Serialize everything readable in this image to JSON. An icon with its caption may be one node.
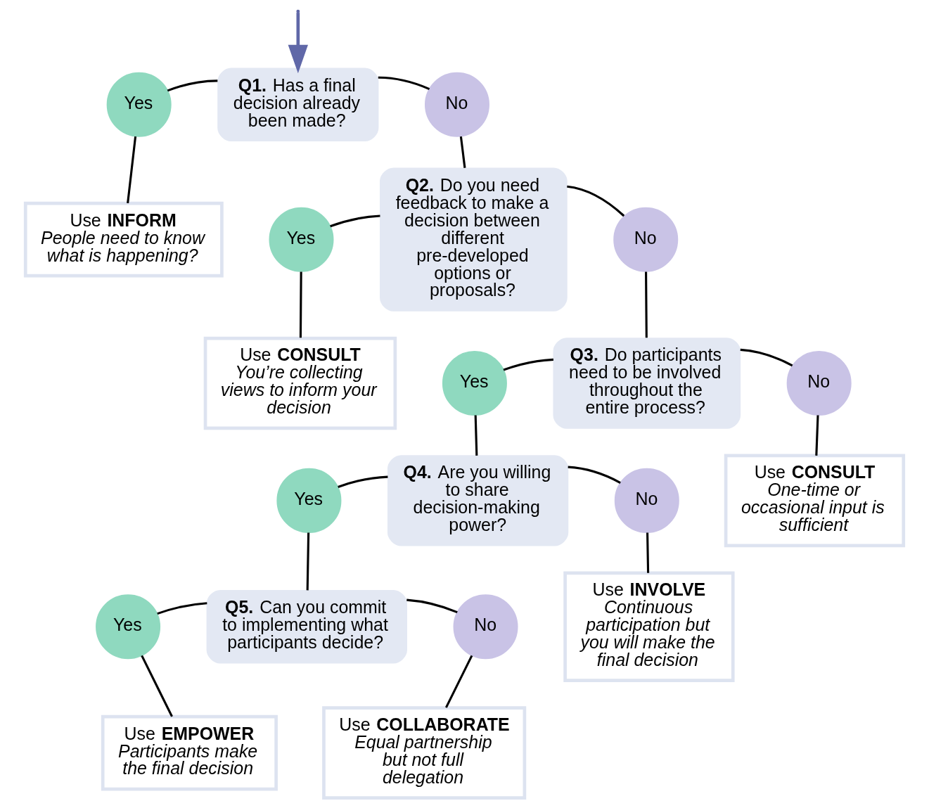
{
  "diagram": {
    "nodes": [
      {
        "text": [
          "**Q1.** Has a final decision already been made?"
        ]
      },
      {
        "text": [
          "Yes"
        ]
      },
      {
        "text": [
          "No"
        ]
      },
      {
        "text": [
          "Use **INFORM**",
          "People need to know what is happening?"
        ]
      },
      {
        "text": [
          "**Q2.** Do you need feedback to make a decision between different pre-developed options or proposals?"
        ]
      },
      {
        "text": [
          "Yes"
        ]
      },
      {
        "text": [
          "No"
        ]
      },
      {
        "text": [
          "Use **CONSULT**",
          "You’re collecting views to inform your decision"
        ]
      },
      {
        "text": [
          "**Q3.** Do participants need to be involved throughout the entire process?"
        ]
      },
      {
        "text": [
          "Yes"
        ]
      },
      {
        "text": [
          "No"
        ]
      },
      {
        "text": [
          "**Q4.** Are you willing to share decision-making power?"
        ]
      },
      {
        "text": [
          "Use **CONSULT**",
          "One-time or occasional input is sufficient"
        ]
      },
      {
        "text": [
          "Yes"
        ]
      },
      {
        "text": [
          "No"
        ]
      },
      {
        "text": [
          "**Q5.** Can you commit to implementing what participants decide?"
        ]
      },
      {
        "text": [
          "Use **INVOLVE**",
          "Continuous participation but you will make the final decision"
        ]
      },
      {
        "text": [
          "Yes"
        ]
      },
      {
        "text": [
          "No"
        ]
      },
      {
        "text": [
          "Use **EMPOWER**",
          "Participants make the final decision"
        ]
      },
      {
        "text": [
          "Use **COLLABORATE**",
          "Equal partnership but not full delegation"
        ]
      }
    ],
    "edges": [
      {
        "from": null,
        "to": 0,
        "arrow": "to",
        "color": "#6068a8"
      },
      {
        "from": 0,
        "to": 1,
        "arrow": "none"
      },
      {
        "from": 0,
        "to": 2,
        "arrow": "none"
      },
      {
        "from": 1,
        "to": 3,
        "arrow": "none"
      },
      {
        "from": 2,
        "to": 4,
        "arrow": "none"
      },
      {
        "from": 4,
        "to": 5,
        "arrow": "none"
      },
      {
        "from": 4,
        "to": 6,
        "arrow": "none"
      },
      {
        "from": 5,
        "to": 7,
        "arrow": "none"
      },
      {
        "from": 6,
        "to": 8,
        "arrow": "none"
      },
      {
        "from": 8,
        "to": 9,
        "arrow": "none"
      },
      {
        "from": 8,
        "to": 10,
        "arrow": "none"
      },
      {
        "from": 9,
        "to": 11,
        "arrow": "none"
      },
      {
        "from": 10,
        "to": 12,
        "arrow": "none"
      },
      {
        "from": 11,
        "to": 13,
        "arrow": "none"
      },
      {
        "from": 11,
        "to": 14,
        "arrow": "none"
      },
      {
        "from": 13,
        "to": 15,
        "arrow": "none"
      },
      {
        "from": 14,
        "to": 16,
        "arrow": "none"
      },
      {
        "from": 15,
        "to": 17,
        "arrow": "none"
      },
      {
        "from": 15,
        "to": 18,
        "arrow": "none"
      },
      {
        "from": 17,
        "to": 19,
        "arrow": "none"
      },
      {
        "from": 18,
        "to": 20,
        "arrow": "none"
      }
    ]
  }
}
